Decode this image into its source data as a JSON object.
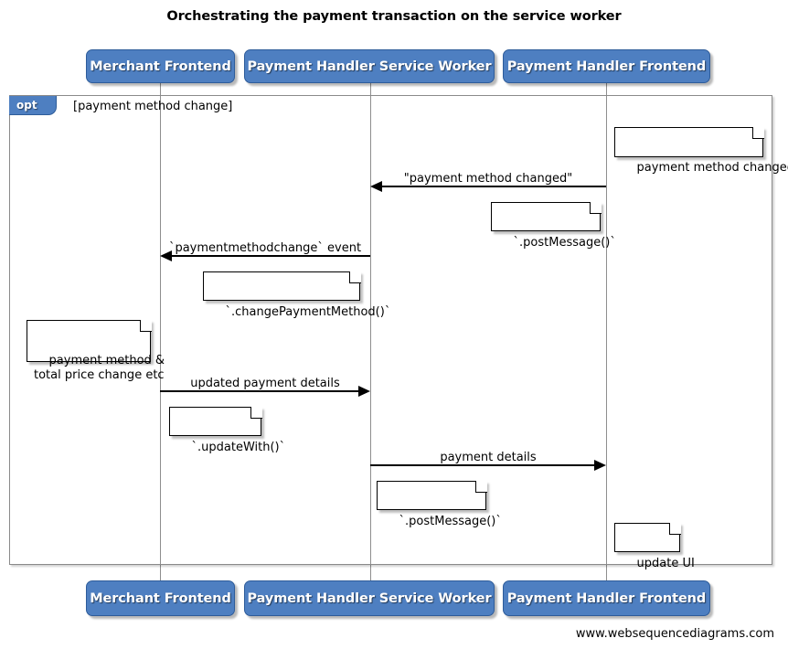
{
  "diagram": {
    "type": "uml-sequence-diagram",
    "title": "Orchestrating the payment transaction on the service worker",
    "footer": "www.websequencediagrams.com",
    "colors": {
      "participant_fill": "#4e7fc1",
      "participant_border": "#2e5c9a",
      "participant_text": "#ffffff",
      "lifeline": "#8e8e8e",
      "frame_border": "#8a8a8a",
      "note_border": "#000000",
      "note_fill": "#ffffff",
      "arrow": "#000000",
      "background": "#ffffff"
    }
  },
  "participants": [
    {
      "id": "merchant",
      "label": "Merchant Frontend"
    },
    {
      "id": "sw",
      "label": "Payment Handler Service Worker"
    },
    {
      "id": "ph_frontend",
      "label": "Payment Handler Frontend"
    }
  ],
  "fragment": {
    "kind": "opt",
    "kind_label": "opt",
    "guard": "[payment method change]"
  },
  "messages": [
    {
      "id": "m1",
      "label": "\"payment method changed\"",
      "from": "ph_frontend",
      "to": "sw",
      "direction": "left"
    },
    {
      "id": "m2",
      "label": "`paymentmethodchange` event",
      "from": "sw",
      "to": "merchant",
      "direction": "left"
    },
    {
      "id": "m3",
      "label": "updated payment details",
      "from": "merchant",
      "to": "sw",
      "direction": "right"
    },
    {
      "id": "m4",
      "label": "payment details",
      "from": "sw",
      "to": "ph_frontend",
      "direction": "right"
    }
  ],
  "notes": [
    {
      "id": "n1",
      "text": "payment method changed",
      "over": "ph_frontend"
    },
    {
      "id": "n2",
      "text": "`.postMessage()`",
      "over": "ph_frontend"
    },
    {
      "id": "n3",
      "text": "`.changePaymentMethod()`",
      "over": "sw"
    },
    {
      "id": "n4",
      "text": "payment method &\ntotal price change etc",
      "over": "merchant"
    },
    {
      "id": "n5",
      "text": "`.updateWith()`",
      "over": "merchant"
    },
    {
      "id": "n6",
      "text": "`.postMessage()`",
      "over": "sw"
    },
    {
      "id": "n7",
      "text": "update UI",
      "over": "ph_frontend"
    }
  ]
}
